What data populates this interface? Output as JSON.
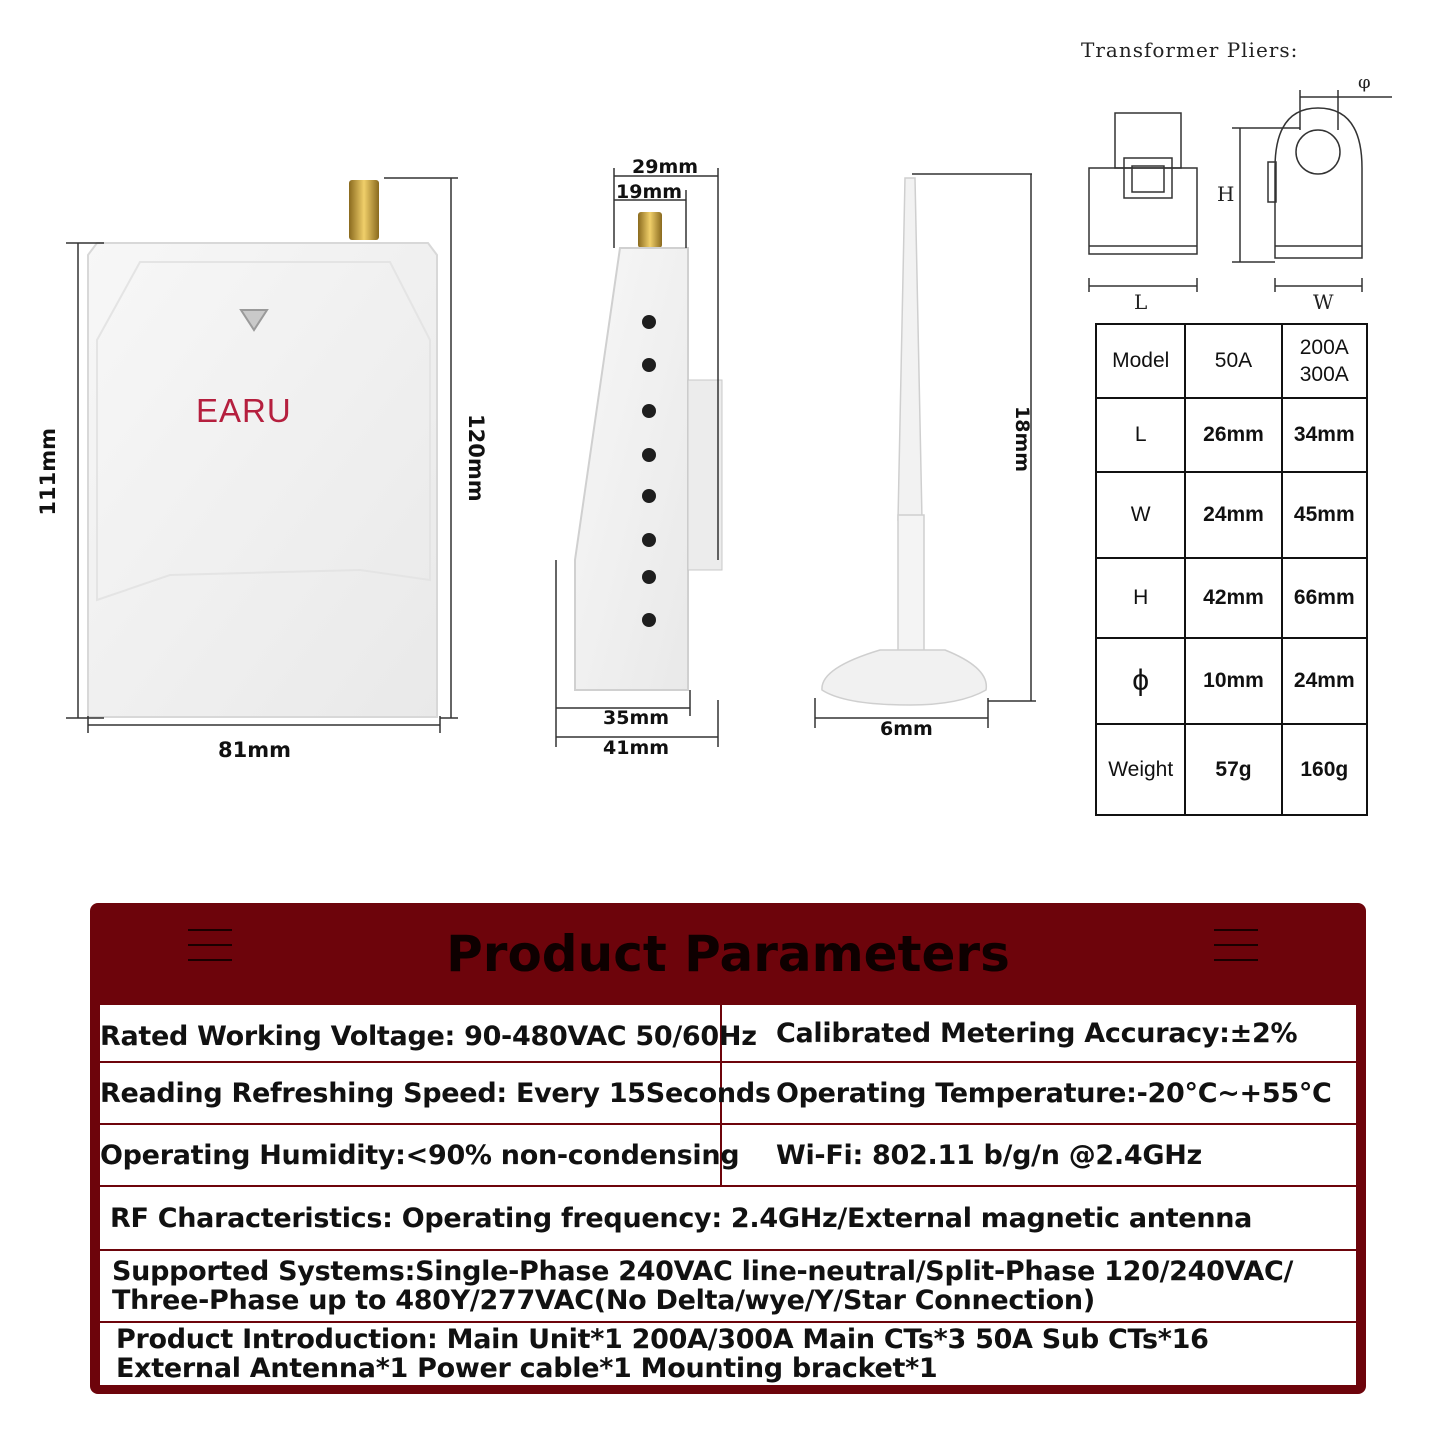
{
  "diagram": {
    "main_unit": {
      "brand": "EARU",
      "height_dims": [
        "111mm",
        "120mm"
      ],
      "width_dim": "81mm"
    },
    "side_view": {
      "top_dims": [
        "29mm",
        "19mm"
      ],
      "bottom_dims": [
        "35mm",
        "41mm"
      ]
    },
    "antenna": {
      "height_dim": "18mm",
      "base_dim": "6mm"
    },
    "pliers": {
      "title": "Transformer Pliers:",
      "labels": {
        "phi": "φ",
        "H": "H",
        "L": "L",
        "W": "W"
      }
    }
  },
  "spec_table": {
    "rows": [
      [
        "Model",
        "50A",
        "200A\n300A"
      ],
      [
        "L",
        "26mm",
        "34mm"
      ],
      [
        "W",
        "24mm",
        "45mm"
      ],
      [
        "H",
        "42mm",
        "66mm"
      ],
      [
        "ϕ",
        "10mm",
        "24mm"
      ],
      [
        "Weight",
        "57g",
        "160g"
      ]
    ]
  },
  "params": {
    "title": "Product Parameters",
    "rows": [
      {
        "left": "Rated Working Voltage: 90-480VAC 50/60Hz",
        "right": "Calibrated Metering Accuracy:±2%"
      },
      {
        "left": "Reading Refreshing Speed: Every 15Seconds",
        "right": "Operating Temperature:-20°C~+55°C"
      },
      {
        "left": "Operating Humidity:<90% non-condensing",
        "right": "Wi-Fi: 802.11 b/g/n @2.4GHz"
      },
      {
        "full": "RF Characteristics: Operating frequency: 2.4GHz/External magnetic antenna"
      },
      {
        "lines": [
          "Supported Systems:Single-Phase 240VAC line-neutral/Split-Phase 120/240VAC/",
          "Three-Phase up to 480Y/277VAC(No Delta/wye/Y/Star Connection)"
        ]
      },
      {
        "lines": [
          "Product Introduction:  Main Unit*1  200A/300A Main CTs*3   50A Sub CTs*16",
          "External Antenna*1 Power cable*1  Mounting bracket*1"
        ]
      }
    ]
  }
}
